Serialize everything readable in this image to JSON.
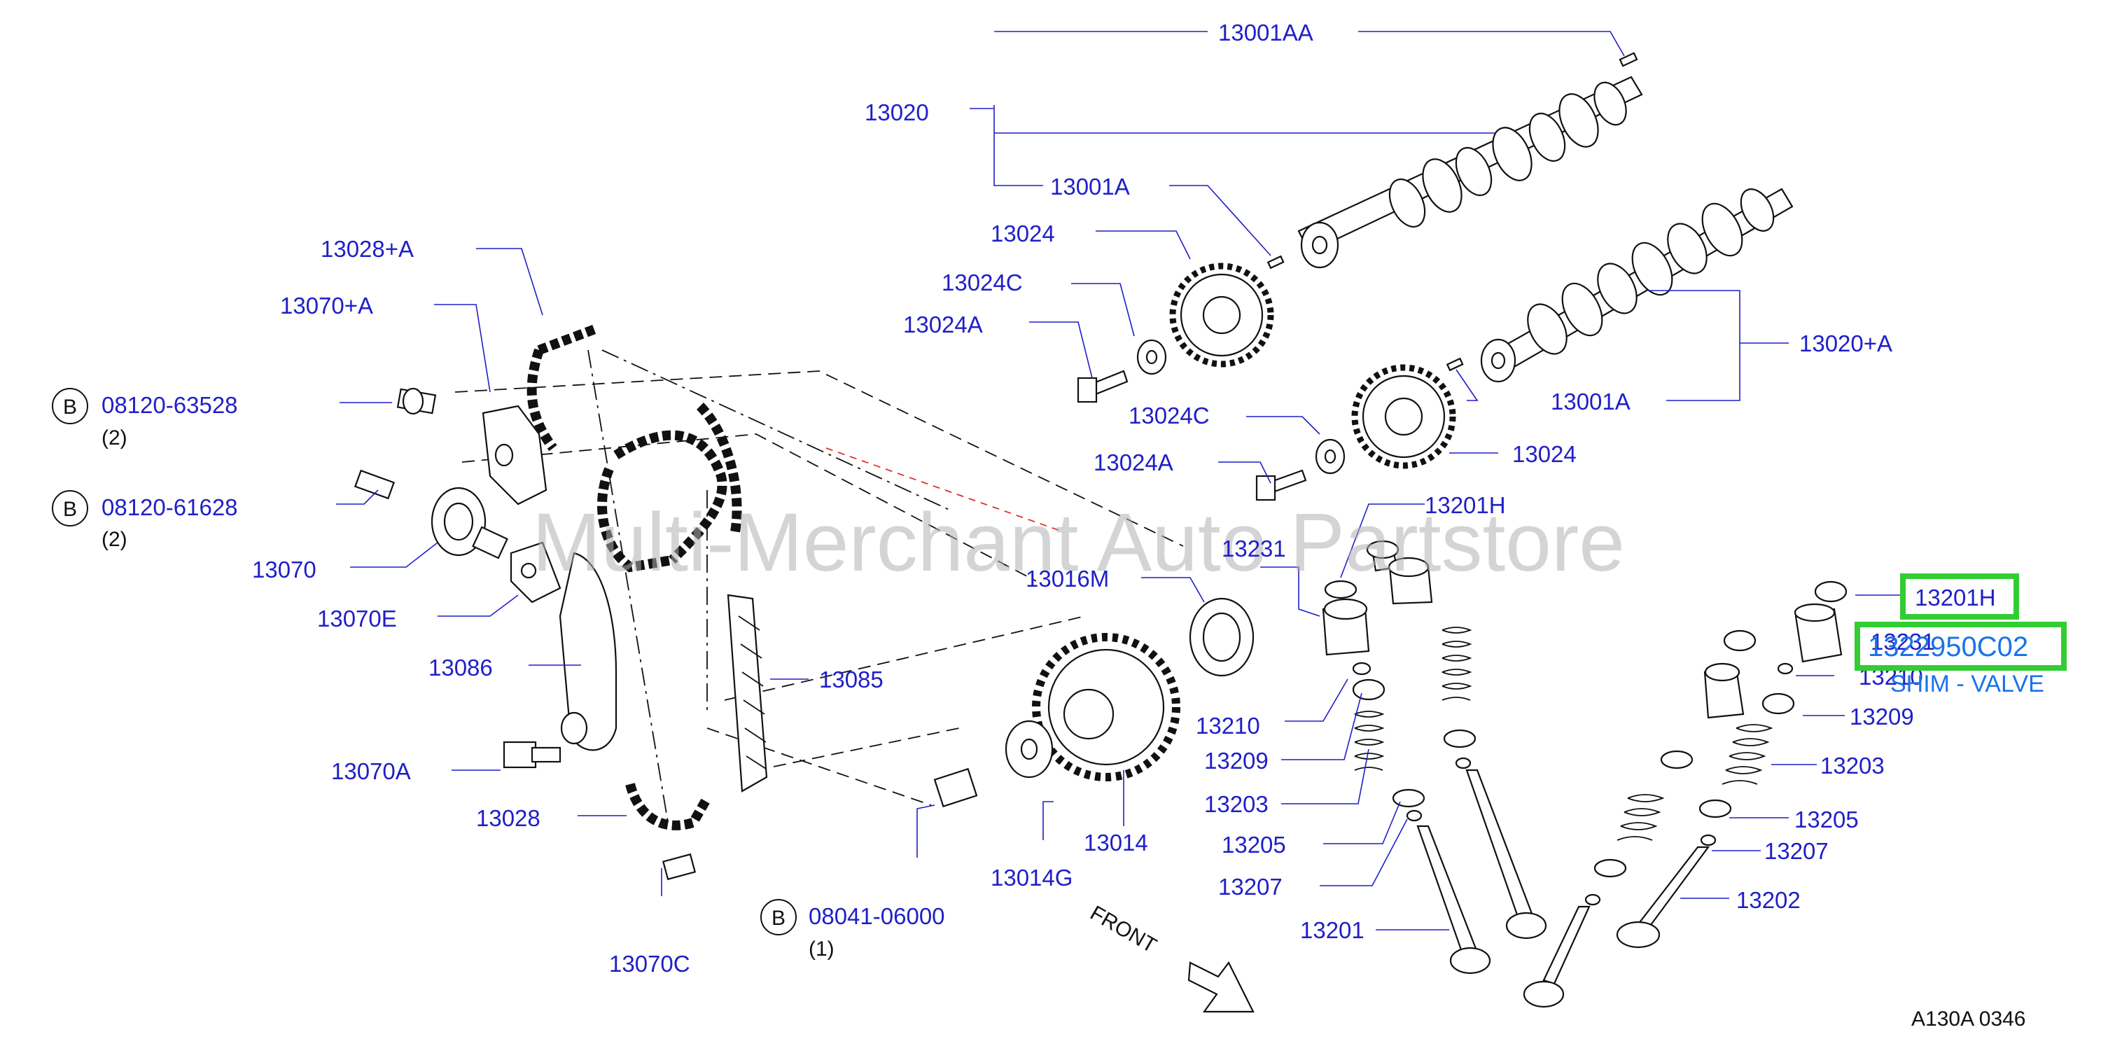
{
  "labels": {
    "l13001AA": "13001AA",
    "l13020": "13020",
    "l13001A_top": "13001A",
    "l13024_top": "13024",
    "l13024C_top": "13024C",
    "l13024A_top": "13024A",
    "l13028A": "13028+A",
    "l13070A_plus": "13070+A",
    "l08120_63528": "08120-63528",
    "q63528": "(2)",
    "l08120_61628": "08120-61628",
    "q61628": "(2)",
    "l13070": "13070",
    "l13070E": "13070E",
    "l13086": "13086",
    "l13070A": "13070A",
    "l13028": "13028",
    "l13070C": "13070C",
    "l08041_06000": "08041-06000",
    "q06000": "(1)",
    "l13014G": "13014G",
    "l13014": "13014",
    "l13085": "13085",
    "l13016M": "13016M",
    "l13024C_mid": "13024C",
    "l13024A_mid": "13024A",
    "l13024_mid": "13024",
    "l13001A_mid": "13001A",
    "l13020A": "13020+A",
    "l13231": "13231",
    "l13201H_left": "13201H",
    "l13210_left": "13210",
    "l13209_left": "13209",
    "l13203_left": "13203",
    "l13205_left": "13205",
    "l13207_left": "13207",
    "l13201": "13201",
    "l13201H_right": "13201H",
    "l13231_right": "13231",
    "l13210_right": "13210",
    "l13209_right": "13209",
    "l13203_right": "13203",
    "l13205_right": "13205",
    "l13207_right": "13207",
    "l13202": "13202",
    "bolt_marker": "B",
    "front": "FRONT",
    "code": "A130A  0346"
  },
  "highlight": {
    "part_number": "1322950C02",
    "description": "SHIM - VALVE",
    "color": "#33cc33"
  },
  "watermark": "Multi-Merchant Auto Partstore",
  "colors": {
    "label": "#1f1fc8",
    "highlight_text": "#1a73e8",
    "highlight_box": "#33cc33",
    "watermark": "#b0b0b0"
  }
}
